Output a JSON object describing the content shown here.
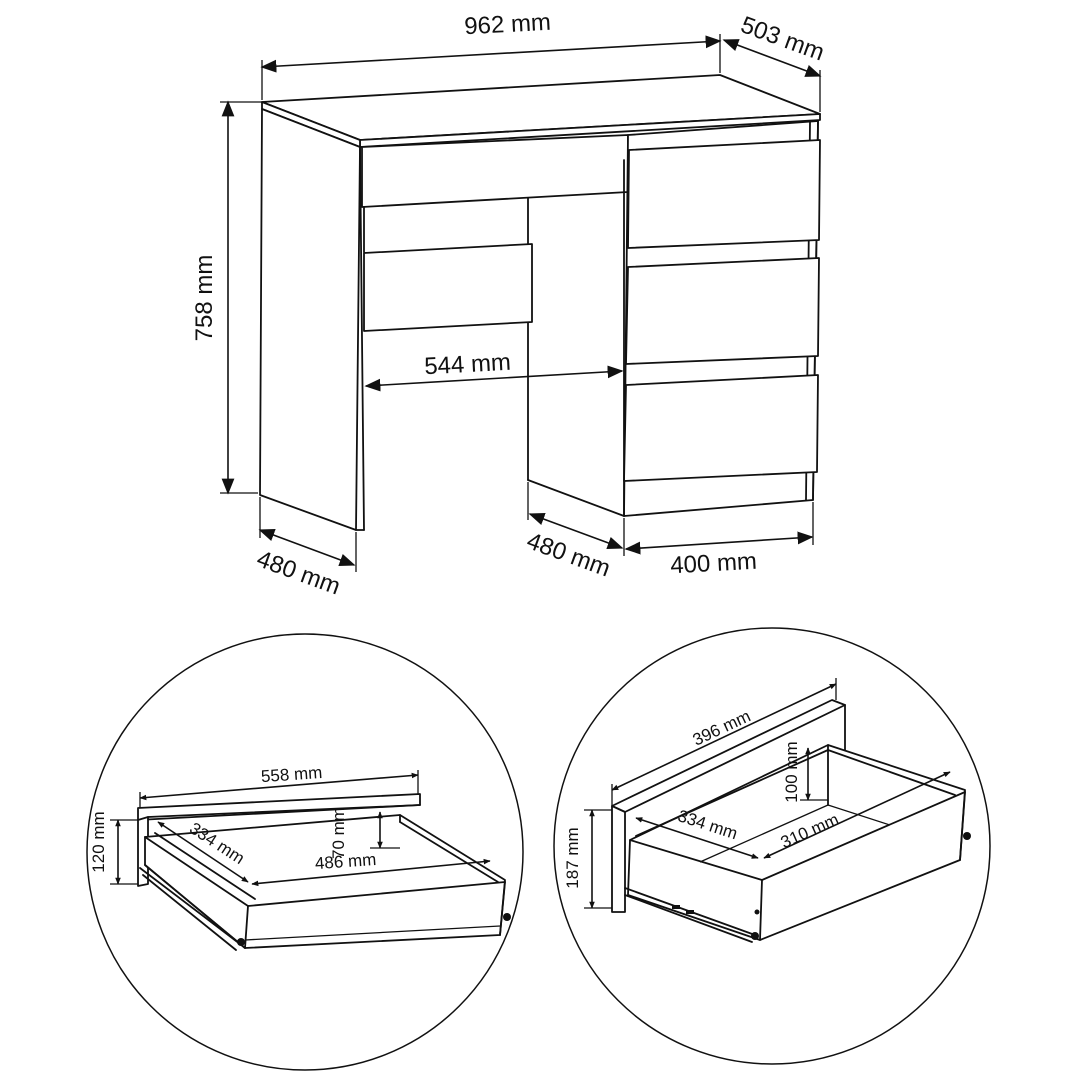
{
  "desk": {
    "width": "962 mm",
    "depth": "503 mm",
    "height": "758 mm",
    "knee_width": "544 mm",
    "left_leg_depth": "480 mm",
    "cabinet_depth": "480 mm",
    "cabinet_width": "400 mm"
  },
  "small_drawer": {
    "front_width": "558 mm",
    "front_height": "120 mm",
    "side_depth": "334 mm",
    "inner_height": "70 mm",
    "inner_width": "486 mm"
  },
  "large_drawer": {
    "front_width": "396 mm",
    "front_height": "187 mm",
    "inner_height": "100 mm",
    "side_depth": "334 mm",
    "inner_width": "310 mm"
  }
}
